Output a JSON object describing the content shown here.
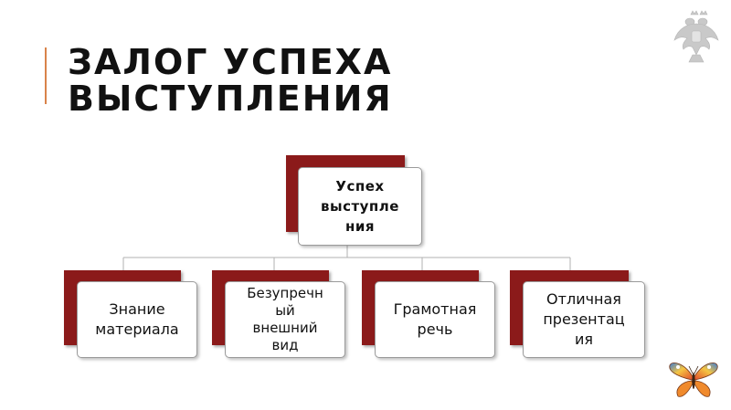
{
  "slide": {
    "title_line1": "ЗАЛОГ УСПЕХА",
    "title_line2": "ВЫСТУПЛЕНИЯ"
  },
  "diagram": {
    "root": {
      "lines": [
        "Успех",
        "выступле",
        "ния"
      ]
    },
    "children": [
      {
        "lines": [
          "Знание",
          "материала"
        ]
      },
      {
        "lines": [
          "Безупречн",
          "ый",
          "внешний",
          "вид"
        ]
      },
      {
        "lines": [
          "Грамотная",
          "речь"
        ]
      },
      {
        "lines": [
          "Отличная",
          "презентац",
          "ия"
        ]
      }
    ],
    "colors": {
      "accent": "#8b1a1a",
      "connector": "#b0b0b0",
      "title_rule": "#d9834a"
    }
  },
  "decorations": {
    "emblem_icon": "coat-of-arms-icon",
    "butterfly_icon": "butterfly-icon"
  }
}
